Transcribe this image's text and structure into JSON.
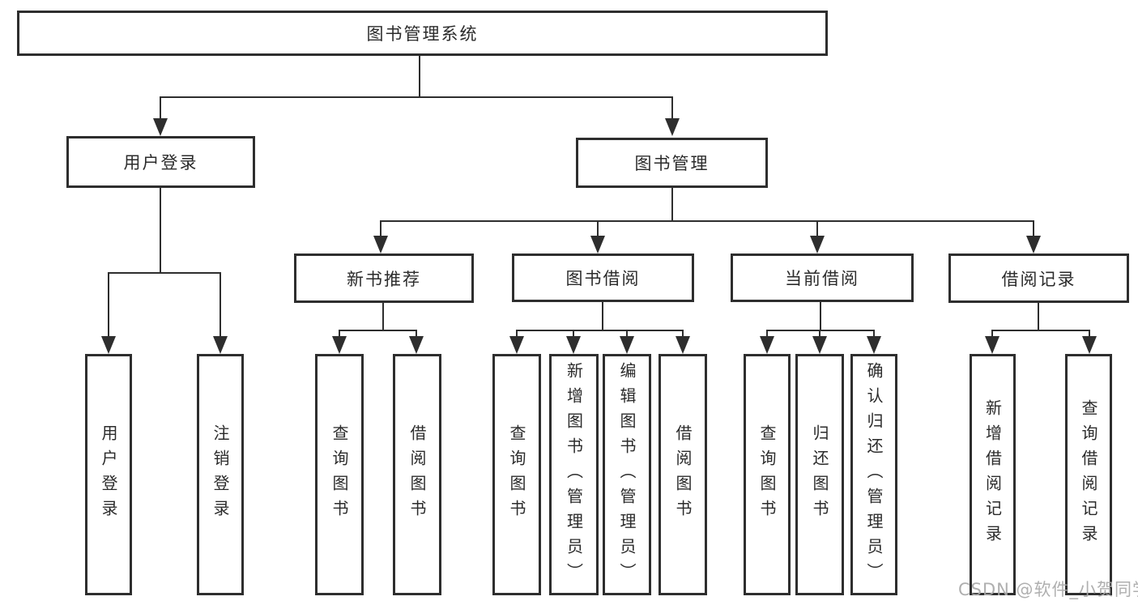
{
  "diagram": {
    "type": "tree",
    "direction": "top-down",
    "colors": {
      "background": "#ffffff",
      "line": "#2e2e2e",
      "box_border": "#2e2e2e",
      "text": "#2b2b2b",
      "watermark": "#a9a9a9"
    },
    "tree": {
      "label": "图书管理系统",
      "children": [
        {
          "label": "用户登录",
          "children": [
            {
              "label": "用户登录"
            },
            {
              "label": "注销登录"
            }
          ]
        },
        {
          "label": "图书管理",
          "children": [
            {
              "label": "新书推荐",
              "children": [
                {
                  "label": "查询图书"
                },
                {
                  "label": "借阅图书"
                }
              ]
            },
            {
              "label": "图书借阅",
              "children": [
                {
                  "label": "查询图书"
                },
                {
                  "label": "新增图书（管理员）"
                },
                {
                  "label": "编辑图书（管理员）"
                },
                {
                  "label": "借阅图书"
                }
              ]
            },
            {
              "label": "当前借阅",
              "children": [
                {
                  "label": "查询图书"
                },
                {
                  "label": "归还图书"
                },
                {
                  "label": "确认归还（管理员）"
                }
              ]
            },
            {
              "label": "借阅记录",
              "children": [
                {
                  "label": "新增借阅记录"
                },
                {
                  "label": "查询借阅记录"
                }
              ]
            }
          ]
        }
      ]
    },
    "watermark": {
      "text": "CSDN @软件_小贺同学"
    }
  }
}
